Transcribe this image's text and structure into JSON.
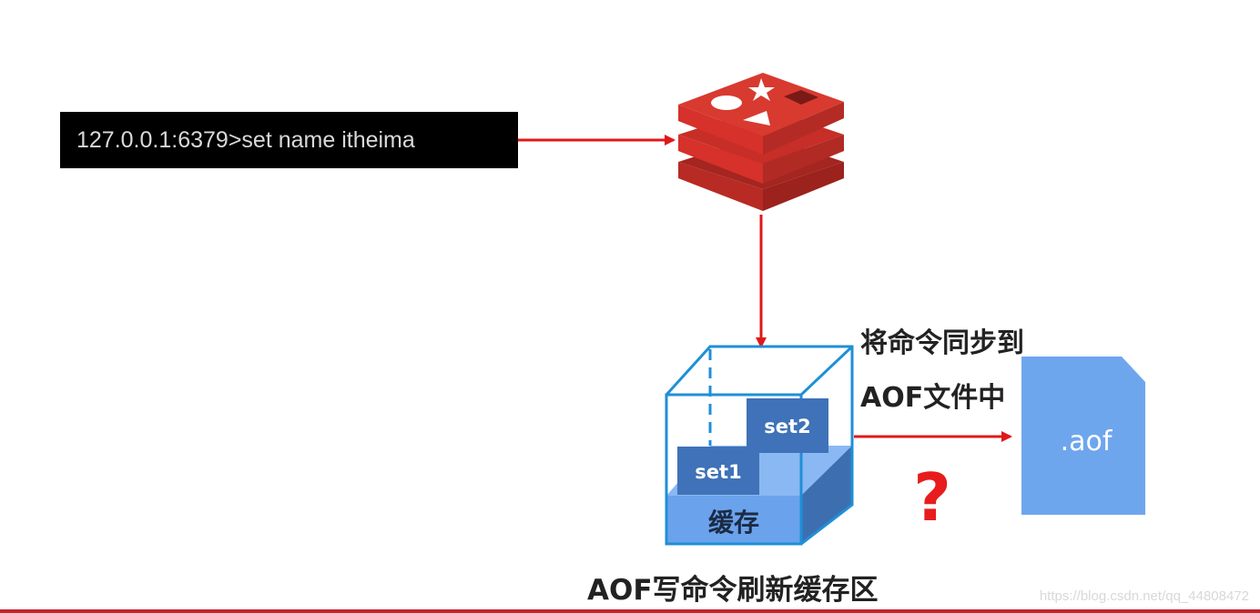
{
  "terminal": {
    "command": "127.0.0.1:6379>set name itheima"
  },
  "buffer": {
    "label": "缓存",
    "commands": [
      "set1",
      "set2"
    ]
  },
  "sync_note": {
    "line1": "将命令同步到",
    "line2": "AOF文件中"
  },
  "question_mark": "?",
  "aof_file": {
    "label": ".aof"
  },
  "caption": "AOF写命令刷新缓存区",
  "watermark": "https://blog.csdn.net/qq_44808472",
  "colors": {
    "arrow": "#e01818",
    "redis_red": "#d6312a",
    "buffer_blue": "#5b9bd5",
    "file_blue": "#6ea6ee",
    "bottom_bar": "#c0262d"
  },
  "icons": [
    "redis-logo-icon",
    "aof-file-icon",
    "question-mark-icon"
  ]
}
